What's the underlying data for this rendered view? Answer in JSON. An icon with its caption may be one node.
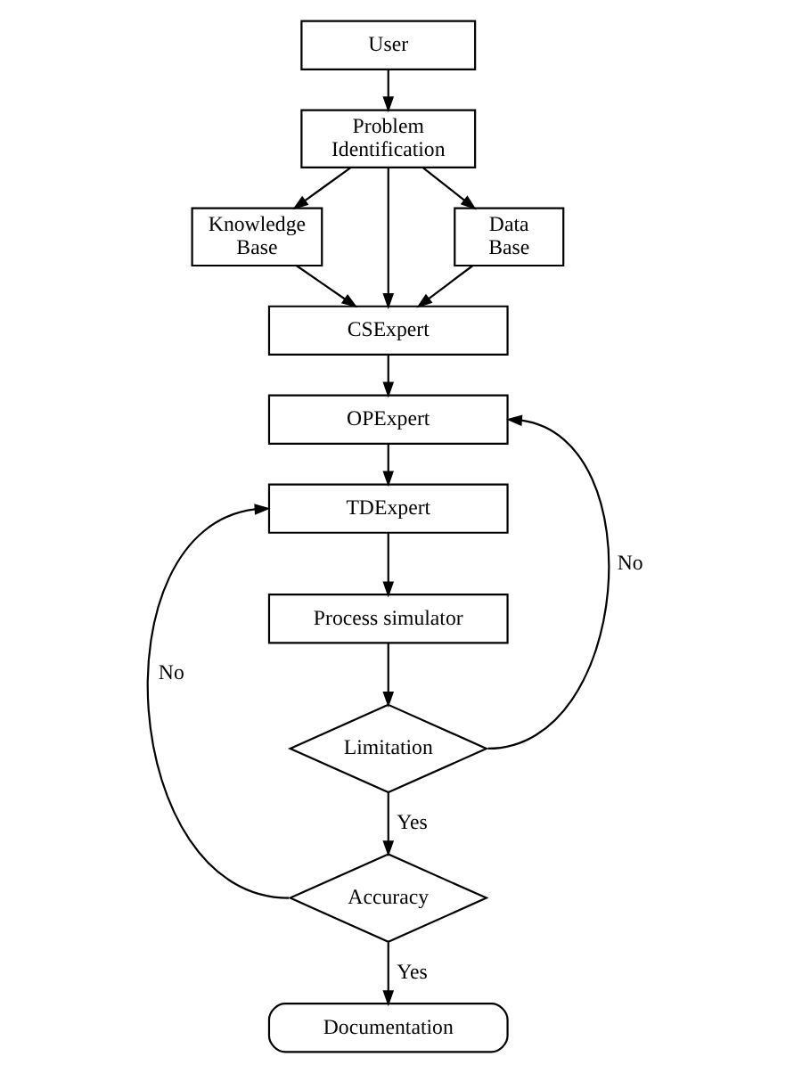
{
  "diagram": {
    "nodes": [
      {
        "text": [
          "User"
        ]
      },
      {
        "text": [
          "Problem Identification"
        ]
      },
      {
        "text": [
          "Knowledge Base"
        ]
      },
      {
        "text": [
          "Data Base"
        ]
      },
      {
        "text": [
          "CSExpert"
        ]
      },
      {
        "text": [
          "OPExpert"
        ]
      },
      {
        "text": [
          "TDExpert"
        ]
      },
      {
        "text": [
          "Process simulator"
        ]
      },
      {
        "text": [
          "Limitation"
        ]
      },
      {
        "text": [
          "Accuracy"
        ]
      },
      {
        "text": [
          "Documentation"
        ]
      }
    ],
    "edges": [
      {
        "from": 0,
        "to": 1,
        "arrow": "to"
      },
      {
        "from": 1,
        "to": 2,
        "arrow": "to"
      },
      {
        "from": 1,
        "to": 4,
        "arrow": "to"
      },
      {
        "from": 1,
        "to": 3,
        "arrow": "to"
      },
      {
        "from": 2,
        "to": 4,
        "arrow": "to"
      },
      {
        "from": 3,
        "to": 4,
        "arrow": "to"
      },
      {
        "from": 4,
        "to": 5,
        "arrow": "to"
      },
      {
        "from": 5,
        "to": 6,
        "arrow": "to"
      },
      {
        "from": 6,
        "to": 7,
        "arrow": "to"
      },
      {
        "from": 7,
        "to": 8,
        "arrow": "to"
      },
      {
        "from": 8,
        "to": 5,
        "label": "No",
        "arrow": "to"
      },
      {
        "from": 8,
        "to": 9,
        "label": "Yes",
        "arrow": "to"
      },
      {
        "from": 9,
        "to": 6,
        "label": "No",
        "arrow": "to"
      },
      {
        "from": 9,
        "to": 10,
        "label": "Yes",
        "arrow": "to"
      }
    ]
  }
}
